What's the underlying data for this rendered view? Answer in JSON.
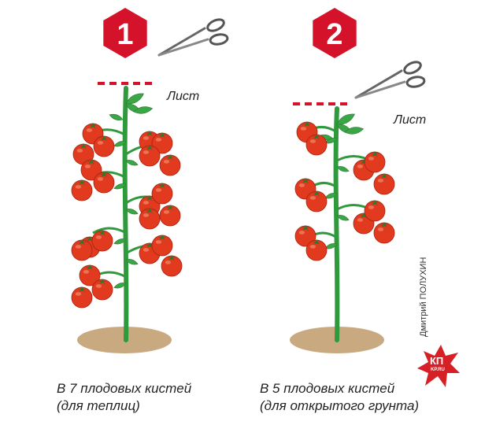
{
  "colors": {
    "badge": "#d4122a",
    "tomato": "#e23a1f",
    "stem": "#2f9a3c",
    "leaf": "#3aa646",
    "soil": "#c9aa80",
    "cut_line": "#d4122a",
    "logo": "#d71f26"
  },
  "plants": [
    {
      "badge_number": "1",
      "leaf_label": "Лист",
      "clusters": 7,
      "caption_line1": "В 7 плодовых кистей",
      "caption_line2": "(для теплиц)"
    },
    {
      "badge_number": "2",
      "leaf_label": "Лист",
      "clusters": 5,
      "caption_line1": "В 5 плодовых кистей",
      "caption_line2": "(для открытого грунта)"
    }
  ],
  "credit": "Дмитрий ПОЛУХИН",
  "logo": {
    "main": "КП",
    "sub": "KP.RU"
  },
  "icons": [
    "scissors-icon",
    "scissors-icon"
  ]
}
